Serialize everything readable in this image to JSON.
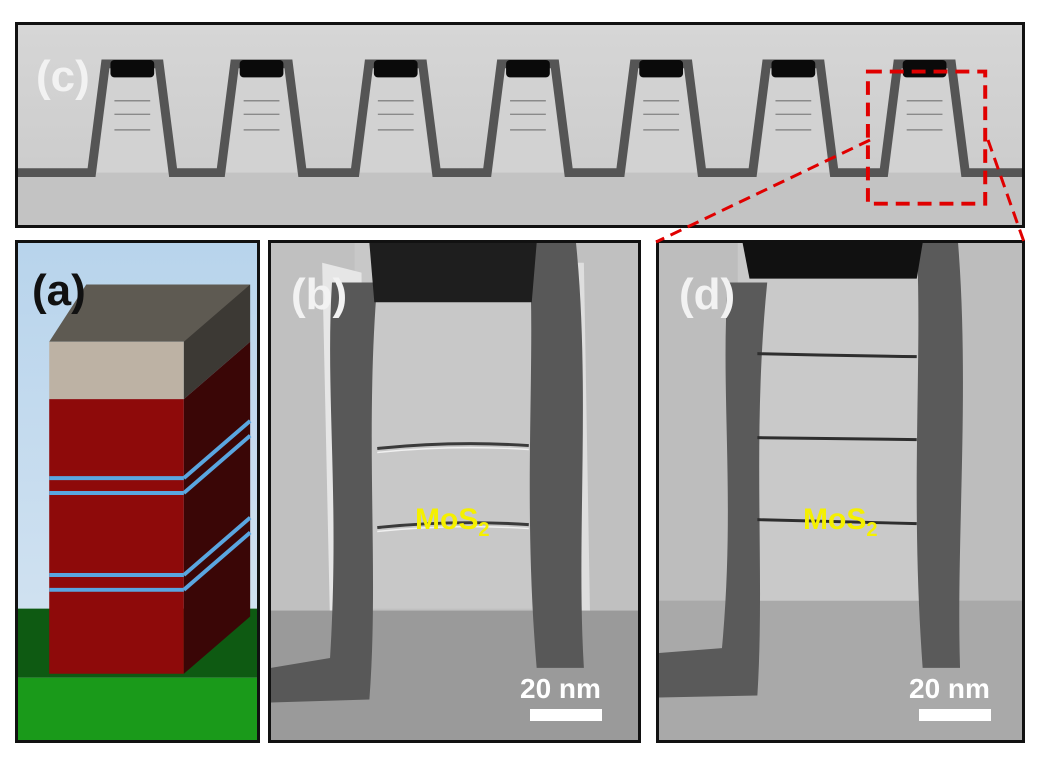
{
  "panels": {
    "a": {
      "label": "(a)"
    },
    "b": {
      "label": "(b)",
      "material_label": "MoS",
      "material_subscript": "2",
      "scale_bar": "20 nm"
    },
    "c": {
      "label": "(c)"
    },
    "d": {
      "label": "(d)",
      "material_label": "MoS",
      "material_subscript": "2",
      "scale_bar": "20 nm"
    }
  },
  "colors": {
    "highlight": "#e00000",
    "label_yellow": "#f5f000",
    "device_red": "#8e0a0a",
    "device_cap": "#bdb2a4",
    "layer_blue": "#5aa6e0",
    "substrate_green": "#1a9a1a"
  }
}
